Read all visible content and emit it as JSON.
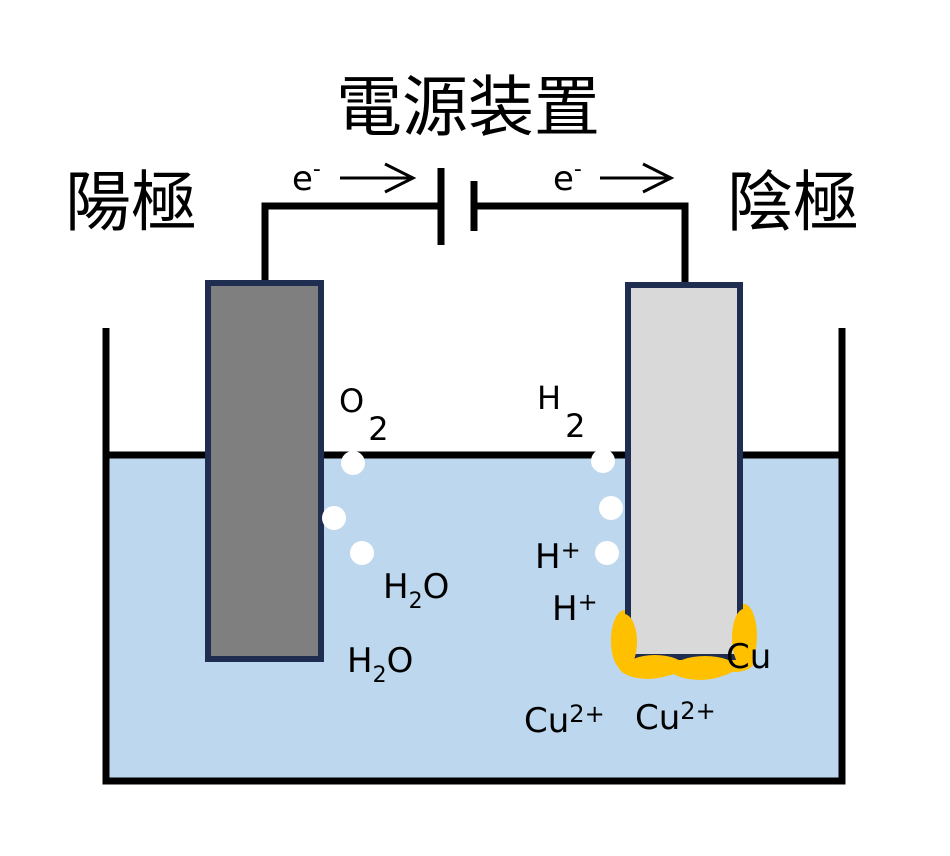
{
  "title": "電源装置",
  "anode_label": "陽極",
  "cathode_label": "陰極",
  "electron_flow": {
    "left": {
      "symbol": "e",
      "charge": "-",
      "arrow": "→"
    },
    "right": {
      "symbol": "e",
      "charge": "-",
      "arrow": "→"
    }
  },
  "anode_product": {
    "element": "O",
    "subscript": "2"
  },
  "cathode_product": {
    "element": "H",
    "subscript": "2"
  },
  "solution_species": {
    "water_1": {
      "a": "H",
      "sub": "2",
      "b": "O"
    },
    "water_2": {
      "a": "H",
      "sub": "2",
      "b": "O"
    },
    "hydrogen_ion_1": {
      "a": "H",
      "sup": "+"
    },
    "hydrogen_ion_2": {
      "a": "H",
      "sup": "+"
    },
    "copper_ion_1": {
      "a": "Cu",
      "sup": "2+"
    },
    "copper_ion_2": {
      "a": "Cu",
      "sup": "2+"
    }
  },
  "deposit_label": "Cu",
  "colors": {
    "solution": "#bdd7ee",
    "anode_fill": "#7f7f7f",
    "cathode_fill": "#d9d9d9",
    "electrode_border": "#1f2d50",
    "copper_deposit": "#ffc000",
    "bubble": "#ffffff",
    "wire": "#000000"
  }
}
